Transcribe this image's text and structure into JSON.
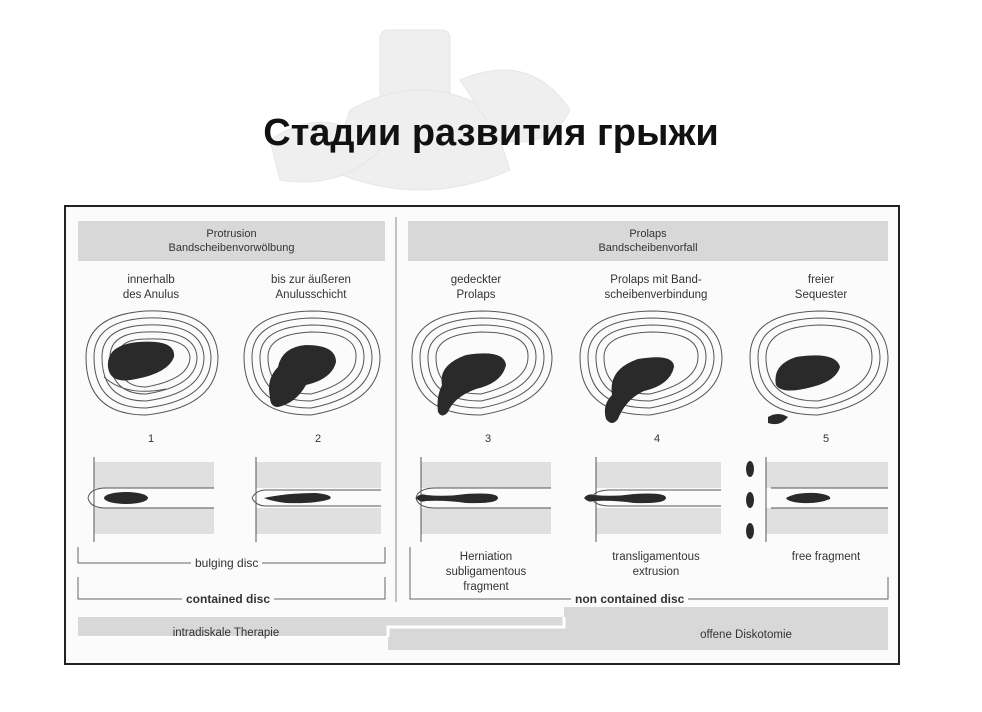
{
  "title": "Стадии развития грыжи",
  "protrusion": {
    "line1": "Protrusion",
    "line2": "Bandscheibenvorwölbung"
  },
  "prolaps": {
    "line1": "Prolaps",
    "line2": "Bandscheibenvorfall"
  },
  "stages": [
    {
      "label1": "innerhalb",
      "label2": "des Anulus",
      "number": "1"
    },
    {
      "label1": "bis zur äußeren",
      "label2": "Anulusschicht",
      "number": "2"
    },
    {
      "label1": "gedeckter",
      "label2": "Prolaps",
      "number": "3"
    },
    {
      "label1": "Prolaps mit Band-",
      "label2": "scheibenverbindung",
      "number": "4"
    },
    {
      "label1": "freier",
      "label2": "Sequester",
      "number": "5"
    }
  ],
  "bottom_labels": {
    "bulging": "bulging disc",
    "contained": "contained disc",
    "herniation1": "Herniation",
    "herniation2": "subligamentous",
    "herniation3": "fragment",
    "transligamentous1": "transligamentous",
    "transligamentous2": "extrusion",
    "free_fragment": "free fragment",
    "non_contained": "non contained disc"
  },
  "therapy": {
    "left": "intradiskale Therapie",
    "right": "offene Diskotomie"
  }
}
